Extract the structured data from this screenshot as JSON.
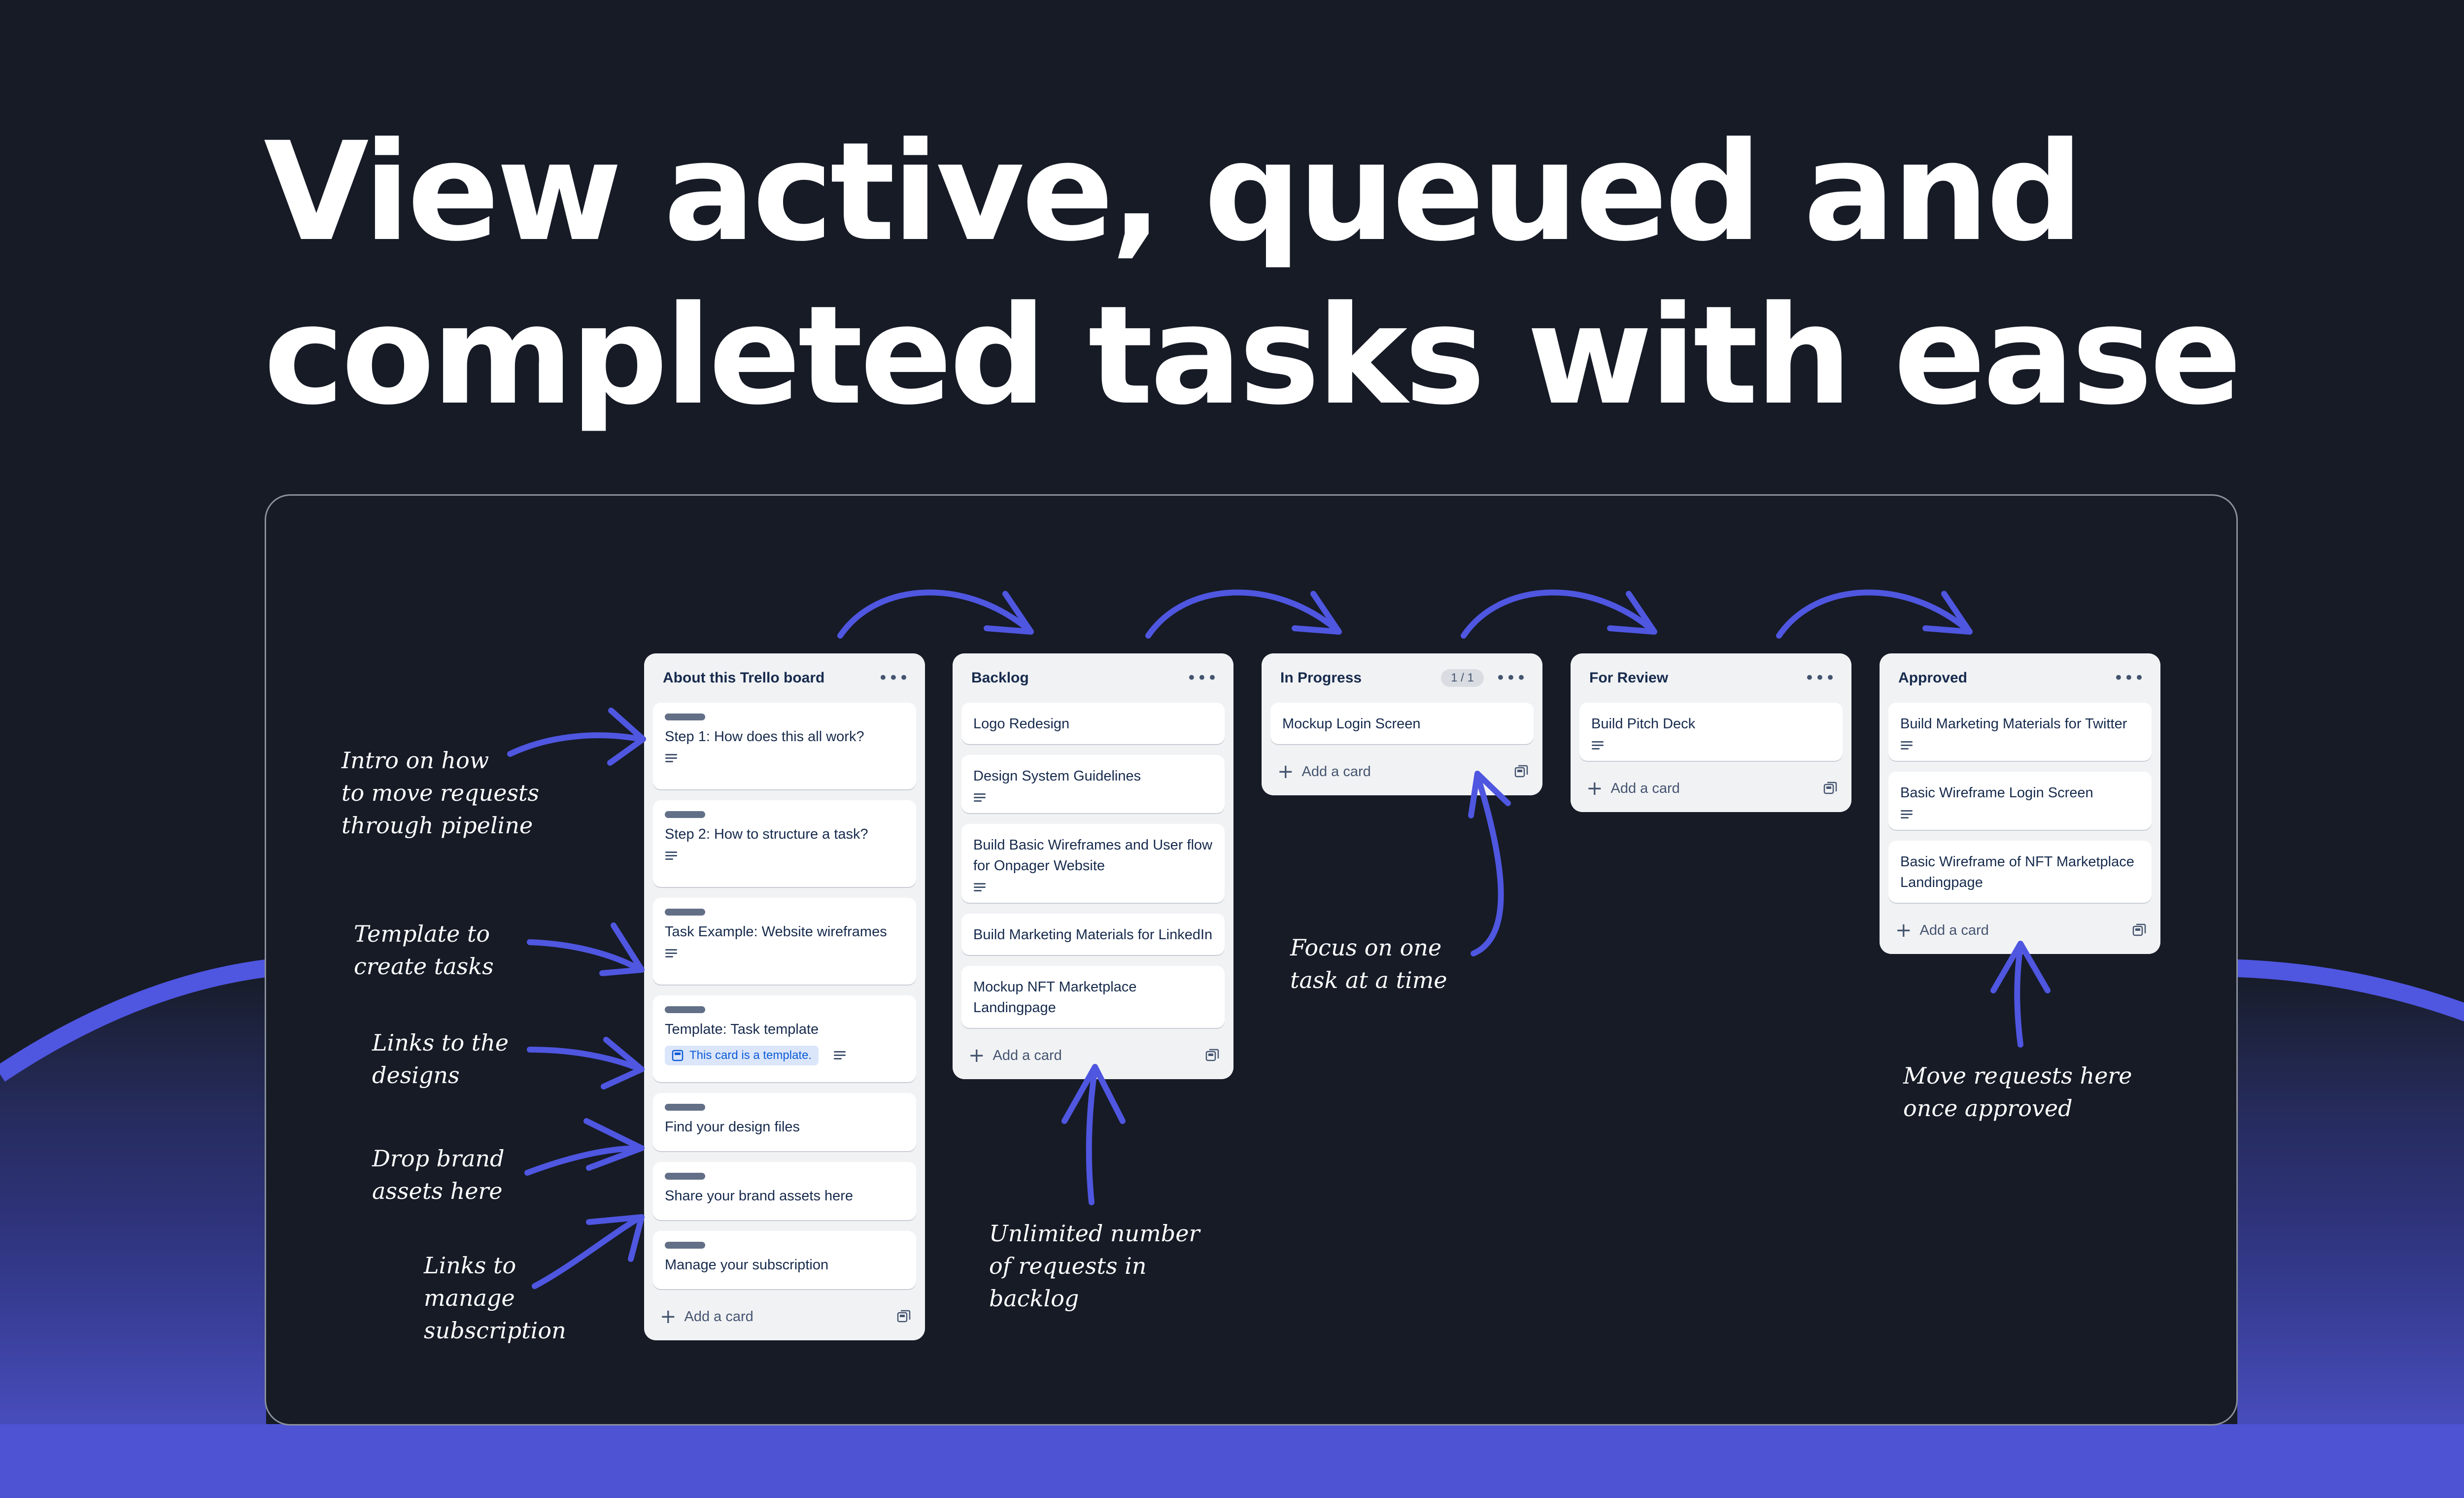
{
  "headline": {
    "line1": "View active, queued and",
    "line2": "completed tasks with ease"
  },
  "colors": {
    "background": "#161b26",
    "accent": "#4f56e0",
    "list": "#f1f2f4",
    "card": "#ffffff",
    "text": "#172b4d"
  },
  "board": {
    "add_card_label": "Add a card",
    "lists": [
      {
        "title": "About this Trello board",
        "cards": [
          {
            "title": "Step 1: How does this all work?",
            "has_label": true,
            "has_description": true
          },
          {
            "title": "Step 2: How to structure a task?",
            "has_label": true,
            "has_description": true
          },
          {
            "title": "Task Example: Website wireframes",
            "has_label": true,
            "has_description": true
          },
          {
            "title": "Template: Task template",
            "has_label": true,
            "has_description": false,
            "template_badge": "This card is a template."
          },
          {
            "title": "Find your design files",
            "has_label": true,
            "has_description": false
          },
          {
            "title": "Share your brand assets here",
            "has_label": true,
            "has_description": false
          },
          {
            "title": "Manage your subscription",
            "has_label": true,
            "has_description": false
          }
        ]
      },
      {
        "title": "Backlog",
        "cards": [
          {
            "title": "Logo Redesign",
            "has_label": false,
            "has_description": false
          },
          {
            "title": "Design System Guidelines",
            "has_label": false,
            "has_description": true
          },
          {
            "title": "Build Basic Wireframes and User flow for Onpager Website",
            "has_label": false,
            "has_description": true
          },
          {
            "title": "Build Marketing Materials for LinkedIn",
            "has_label": false,
            "has_description": false
          },
          {
            "title": "Mockup NFT Marketplace Landingpage",
            "has_label": false,
            "has_description": false
          }
        ]
      },
      {
        "title": "In Progress",
        "count": "1 / 1",
        "cards": [
          {
            "title": "Mockup Login Screen",
            "has_label": false,
            "has_description": false
          }
        ]
      },
      {
        "title": "For Review",
        "cards": [
          {
            "title": "Build Pitch Deck",
            "has_label": false,
            "has_description": true
          }
        ]
      },
      {
        "title": "Approved",
        "cards": [
          {
            "title": "Build Marketing Materials for Twitter",
            "has_label": false,
            "has_description": true
          },
          {
            "title": "Basic Wireframe Login Screen",
            "has_label": false,
            "has_description": true
          },
          {
            "title": "Basic Wireframe of NFT Marketplace Landingpage",
            "has_label": false,
            "has_description": false
          }
        ]
      }
    ]
  },
  "annotations": [
    {
      "id": "intro",
      "text": "Intro on how\nto move requests\nthrough pipeline"
    },
    {
      "id": "template",
      "text": "Template to\ncreate tasks"
    },
    {
      "id": "designs",
      "text": "Links to the\ndesigns"
    },
    {
      "id": "brand",
      "text": "Drop brand\nassets here"
    },
    {
      "id": "subscription",
      "text": "Links to\nmanage\nsubscription"
    },
    {
      "id": "backlog",
      "text": "Unlimited number\nof requests in\nbacklog"
    },
    {
      "id": "focus",
      "text": "Focus on one\ntask at a time"
    },
    {
      "id": "approved",
      "text": "Move requests here\nonce approved"
    }
  ]
}
